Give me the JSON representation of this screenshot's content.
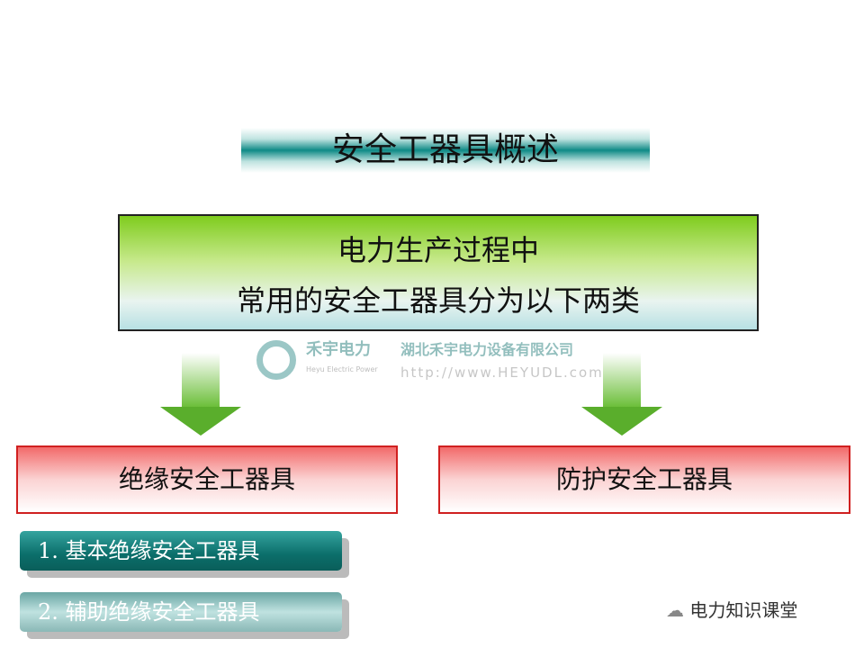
{
  "title": "安全工器具概述",
  "summary": {
    "line1": "电力生产过程中",
    "line2": "常用的安全工器具分为以下两类"
  },
  "categories": [
    {
      "label": "绝缘安全工器具"
    },
    {
      "label": "防护安全工器具"
    }
  ],
  "subitems": [
    {
      "label": "1. 基本绝缘安全工器具"
    },
    {
      "label": "2. 辅助绝缘安全工器具"
    }
  ],
  "watermark": {
    "brand": "禾宇电力",
    "brand_en": "Heyu Electric Power",
    "company": "湖北禾宇电力设备有限公司",
    "url": "http://www.HEYUDL.com"
  },
  "credit": "电力知识课堂"
}
